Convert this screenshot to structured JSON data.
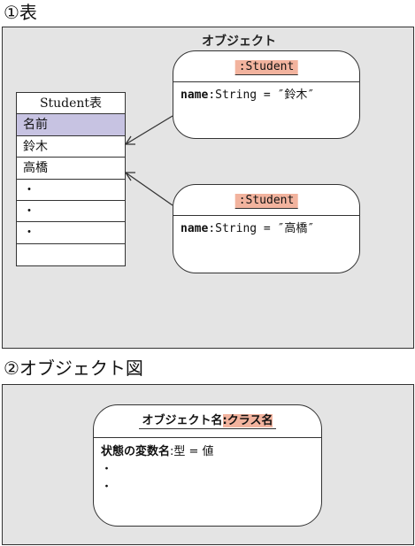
{
  "section1": {
    "heading": "①表",
    "panel_label": "オブジェクト",
    "table": {
      "header": "Student表",
      "rows": [
        "名前",
        "鈴木",
        "高橋",
        "・",
        "・",
        "・",
        ""
      ]
    },
    "objects": [
      {
        "class_name": ":Student",
        "attr_name": "name",
        "attr_rest": ":String = ″鈴木″"
      },
      {
        "class_name": ":Student",
        "attr_name": "name",
        "attr_rest": ":String = ″高橋″"
      }
    ]
  },
  "section2": {
    "heading": "②オブジェクト図",
    "object": {
      "object_name": "オブジェクト名",
      "class_name": ":クラス名",
      "attr_name": "状態の変数名",
      "attr_rest": ":型 = 値",
      "dots": [
        "・",
        "・"
      ]
    }
  },
  "colors": {
    "panel_bg": "#e4e4e4",
    "row_highlight": "#c7c3e2",
    "class_highlight": "#f2b39e"
  }
}
